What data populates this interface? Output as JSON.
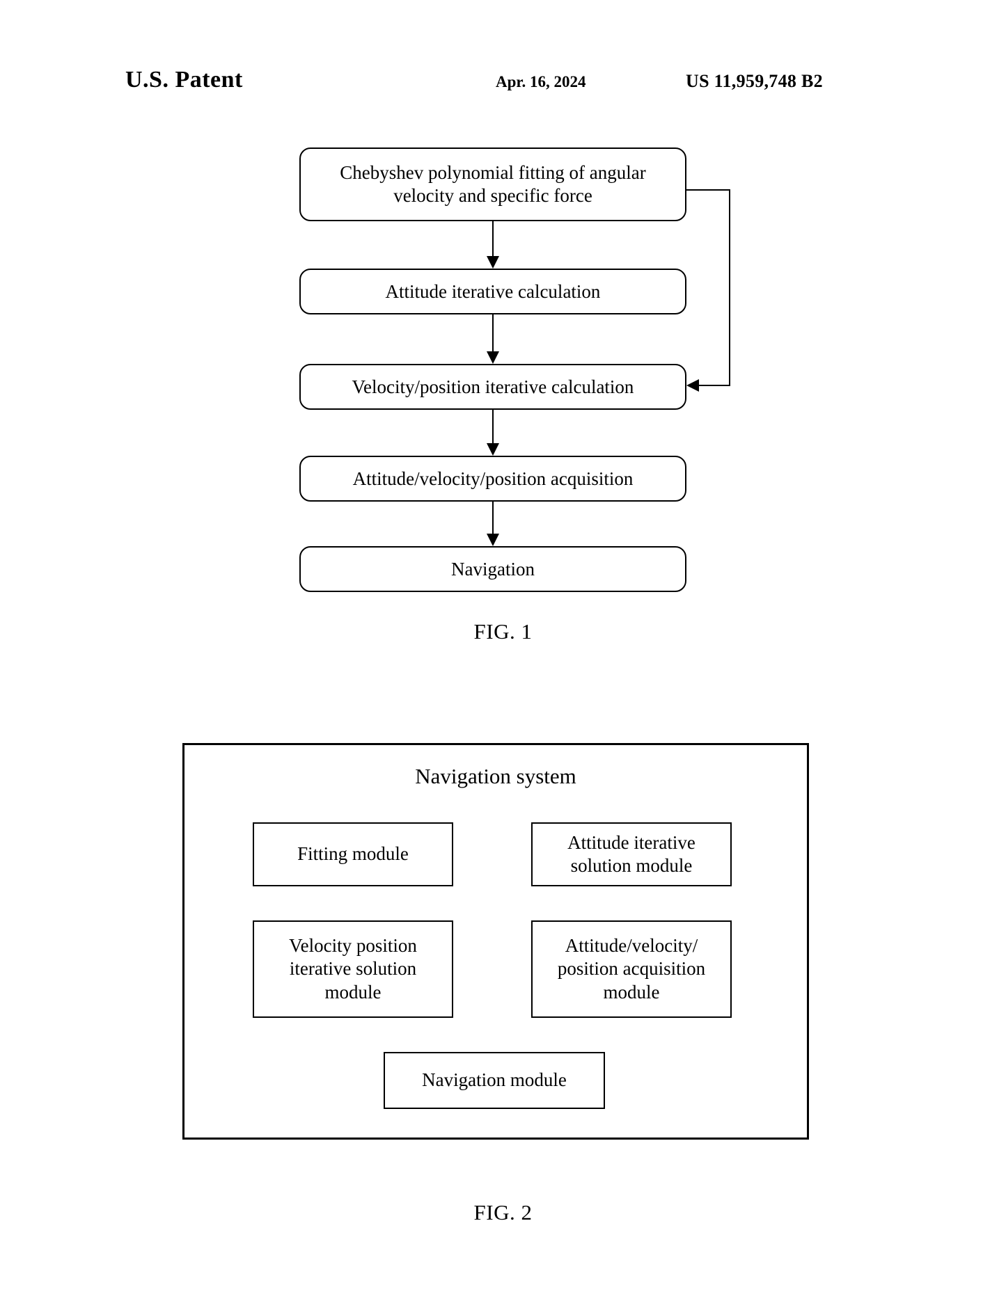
{
  "header": {
    "patent_label": "U.S. Patent",
    "date": "Apr. 16, 2024",
    "patent_number": "US 11,959,748 B2"
  },
  "figure1": {
    "caption": "FIG. 1",
    "nodes": [
      {
        "id": "f1n0",
        "label": "Chebyshev polynomial fitting of angular velocity and specific force"
      },
      {
        "id": "f1n1",
        "label": "Attitude iterative calculation"
      },
      {
        "id": "f1n2",
        "label": "Velocity/position iterative calculation"
      },
      {
        "id": "f1n3",
        "label": "Attitude/velocity/position acquisition"
      },
      {
        "id": "f1n4",
        "label": "Navigation"
      }
    ],
    "flow": "top-to-bottom with feedback from node 1 to node 3"
  },
  "figure2": {
    "caption": "FIG. 2",
    "system_title": "Navigation system",
    "modules": [
      {
        "id": "m0",
        "label": "Fitting module"
      },
      {
        "id": "m1",
        "label": "Attitude iterative solution module"
      },
      {
        "id": "m2",
        "label": "Velocity position iterative solution module"
      },
      {
        "id": "m3",
        "label": "Attitude/velocity/ position acquisition module"
      },
      {
        "id": "m4",
        "label": "Navigation module"
      }
    ]
  },
  "colors": {
    "ink": "#000000",
    "paper": "#ffffff"
  }
}
